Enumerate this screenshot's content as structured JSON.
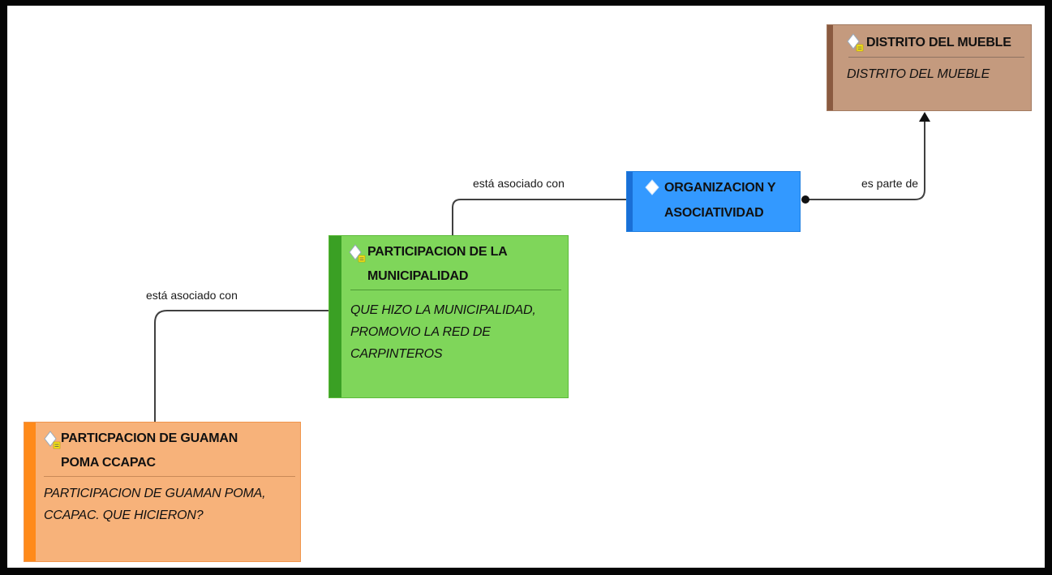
{
  "colors": {
    "frame": "#050505",
    "link": "#404040",
    "distrito_fill": "#c49a7e",
    "distrito_bar": "#8a5a40",
    "organizacion_fill": "#3399ff",
    "organizacion_bar": "#1a6fd6",
    "municipalidad_fill": "#7fd65a",
    "municipalidad_bar": "#3aa024",
    "guaman_fill": "#f7b27a",
    "guaman_bar": "#ff8a1a"
  },
  "nodes": {
    "distrito": {
      "title": "DISTRITO DEL MUEBLE",
      "comment": "DISTRITO DEL MUEBLE",
      "icon": "code-diamond-icon"
    },
    "organizacion": {
      "title_line1": "ORGANIZACION Y",
      "title_line2": "ASOCIATIVIDAD",
      "icon": "code-diamond-icon"
    },
    "municipalidad": {
      "title_line1": "PARTICIPACION DE LA",
      "title_line2": "MUNICIPALIDAD",
      "comment_line1": "QUE HIZO LA MUNICIPALIDAD,",
      "comment_line2": "PROMOVIO LA RED DE",
      "comment_line3": "CARPINTEROS",
      "icon": "code-diamond-icon"
    },
    "guaman": {
      "title_line1": "PARTICPACION DE GUAMAN",
      "title_line2": "POMA CCAPAC",
      "comment_line1": "PARTICIPACION DE GUAMAN POMA,",
      "comment_line2": "CCAPAC. QUE HICIERON?",
      "icon": "code-diamond-icon"
    }
  },
  "links": {
    "es_parte_de": "es parte de",
    "asociado_1": "está asociado con",
    "asociado_2": "está asociado con"
  }
}
